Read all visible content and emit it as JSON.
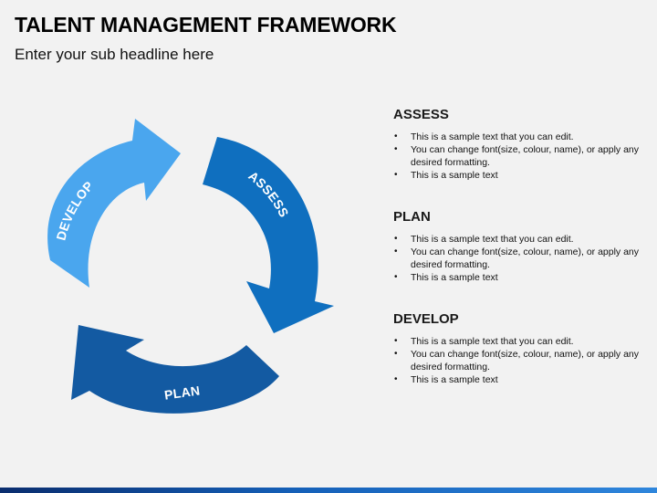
{
  "header": {
    "title": "TALENT MANAGEMENT FRAMEWORK",
    "subtitle": "Enter your sub headline here"
  },
  "cycle": {
    "arrows": [
      {
        "label": "ASSESS",
        "color": "#0f6fbf"
      },
      {
        "label": "PLAN",
        "color": "#135aa2"
      },
      {
        "label": "DEVELOP",
        "color": "#4aa6ee"
      }
    ]
  },
  "panels": [
    {
      "heading": "ASSESS",
      "bullets": [
        "This is a sample text that you can edit.",
        "You can change font(size, colour, name), or apply any desired formatting.",
        "This is a sample text"
      ]
    },
    {
      "heading": "PLAN",
      "bullets": [
        "This is a sample text that you can edit.",
        "You can change font(size, colour, name), or apply any desired formatting.",
        "This is a sample text"
      ]
    },
    {
      "heading": "DEVELOP",
      "bullets": [
        "This is a sample text that you can edit.",
        "You can change font(size, colour, name), or apply any desired formatting.",
        "This is a sample text"
      ]
    }
  ]
}
